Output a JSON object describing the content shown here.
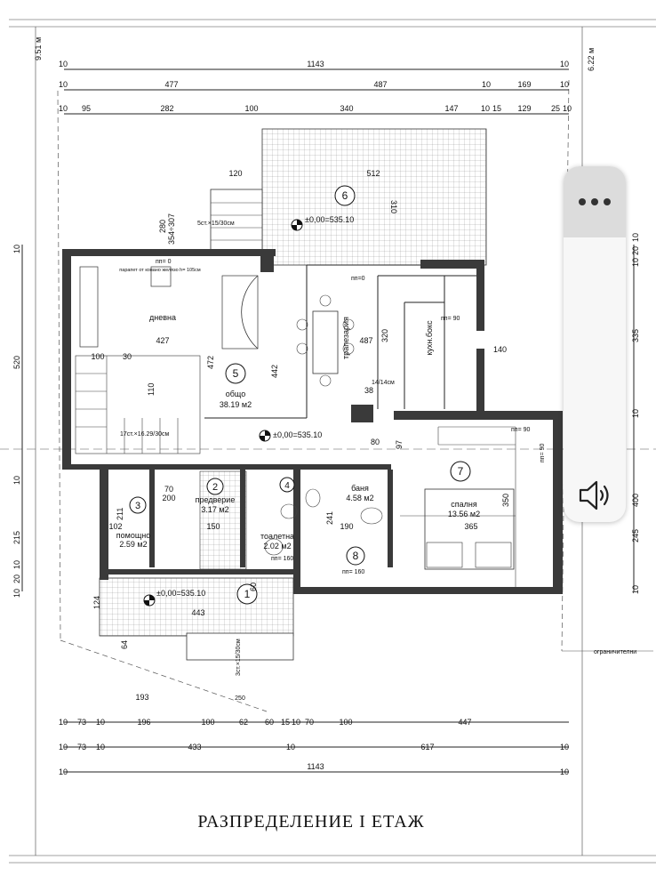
{
  "title": "РАЗПРЕДЕЛЕНИЕ I ЕТАЖ",
  "elevation_left": "9.51 м",
  "elevation_right": "6.22 м",
  "boundary_label": "ограничителни",
  "top_dims": {
    "row1": [
      "10",
      "1143",
      "10"
    ],
    "row2": [
      "10",
      "477",
      "487",
      "10",
      "169",
      "10"
    ],
    "row3": [
      "10",
      "95",
      "282",
      "100",
      "340",
      "147",
      "10",
      "15",
      "129",
      "25",
      "10"
    ]
  },
  "bottom_dims": {
    "row1": [
      "10",
      "73",
      "10",
      "196",
      "100",
      "62",
      "60",
      "15",
      "10",
      "70",
      "100",
      "447"
    ],
    "row2": [
      "10",
      "73",
      "10",
      "433",
      "10",
      "617",
      "10"
    ],
    "row3": [
      "10",
      "1143",
      "10"
    ]
  },
  "left_dims": [
    "10",
    "520",
    "10",
    "215",
    "10",
    "20",
    "10"
  ],
  "right_dims": [
    "10",
    "20",
    "10",
    "335",
    "10",
    "400",
    "245",
    "10"
  ],
  "rooms": [
    {
      "num": "1",
      "label": "",
      "area": ""
    },
    {
      "num": "2",
      "label": "предверие",
      "area": "3.17 м2"
    },
    {
      "num": "3",
      "label": "помощно",
      "area": "2.59 м2"
    },
    {
      "num": "4",
      "label": "тоалетна",
      "area": "2.02 м2"
    },
    {
      "num": "5",
      "label": "общо",
      "area": "38.19 м2"
    },
    {
      "num": "6",
      "label": "",
      "area": ""
    },
    {
      "num": "7",
      "label": "спалня",
      "area": "13.56 м2"
    },
    {
      "num": "8",
      "label": "баня",
      "area": "4.58 м2"
    }
  ],
  "furniture_labels": {
    "living": "дневна",
    "dining": "трапезария",
    "kitchen": "кухн.бокс",
    "parapet": "парапет от ковано желязо h= 105см"
  },
  "levels": {
    "terrace": "±0,00=535.10",
    "hall": "±0,00=535.10",
    "entrance": "±0,00=535.10"
  },
  "stairs": {
    "upper": "5ст.×15/30см",
    "inner": "17ст.×16.29/30см",
    "entrance": "3ст.×15/30см",
    "step_size": "14/14см"
  },
  "annotations": {
    "pp0_a": "пп= 0",
    "pp0_b": "пп=0",
    "pp90_a": "пп= 90",
    "pp90_b": "пп= 90",
    "pp90_c": "пп= 90",
    "pp160_a": "пп= 160",
    "pp160_b": "пп= 160",
    "d427": "427",
    "d487": "487",
    "d472": "472",
    "d442": "442",
    "d512": "512",
    "d310": "310",
    "d120": "120",
    "d100": "100",
    "d30": "30",
    "d110": "110",
    "d443": "443",
    "d124": "124",
    "d64": "64",
    "d193": "193",
    "d250": "250",
    "d365": "365",
    "d350": "350",
    "d241": "241",
    "d190": "190",
    "d150": "150",
    "d102": "102",
    "d211": "211",
    "d70": "70",
    "d200": "200",
    "d80": "80",
    "d97": "97",
    "d60": "60",
    "d38": "38",
    "d140": "140",
    "d320": "320",
    "d354": "354÷307",
    "d280": "280"
  },
  "widget": {
    "menu_icon": "more-dots-icon",
    "speaker_icon": "speaker-icon"
  }
}
